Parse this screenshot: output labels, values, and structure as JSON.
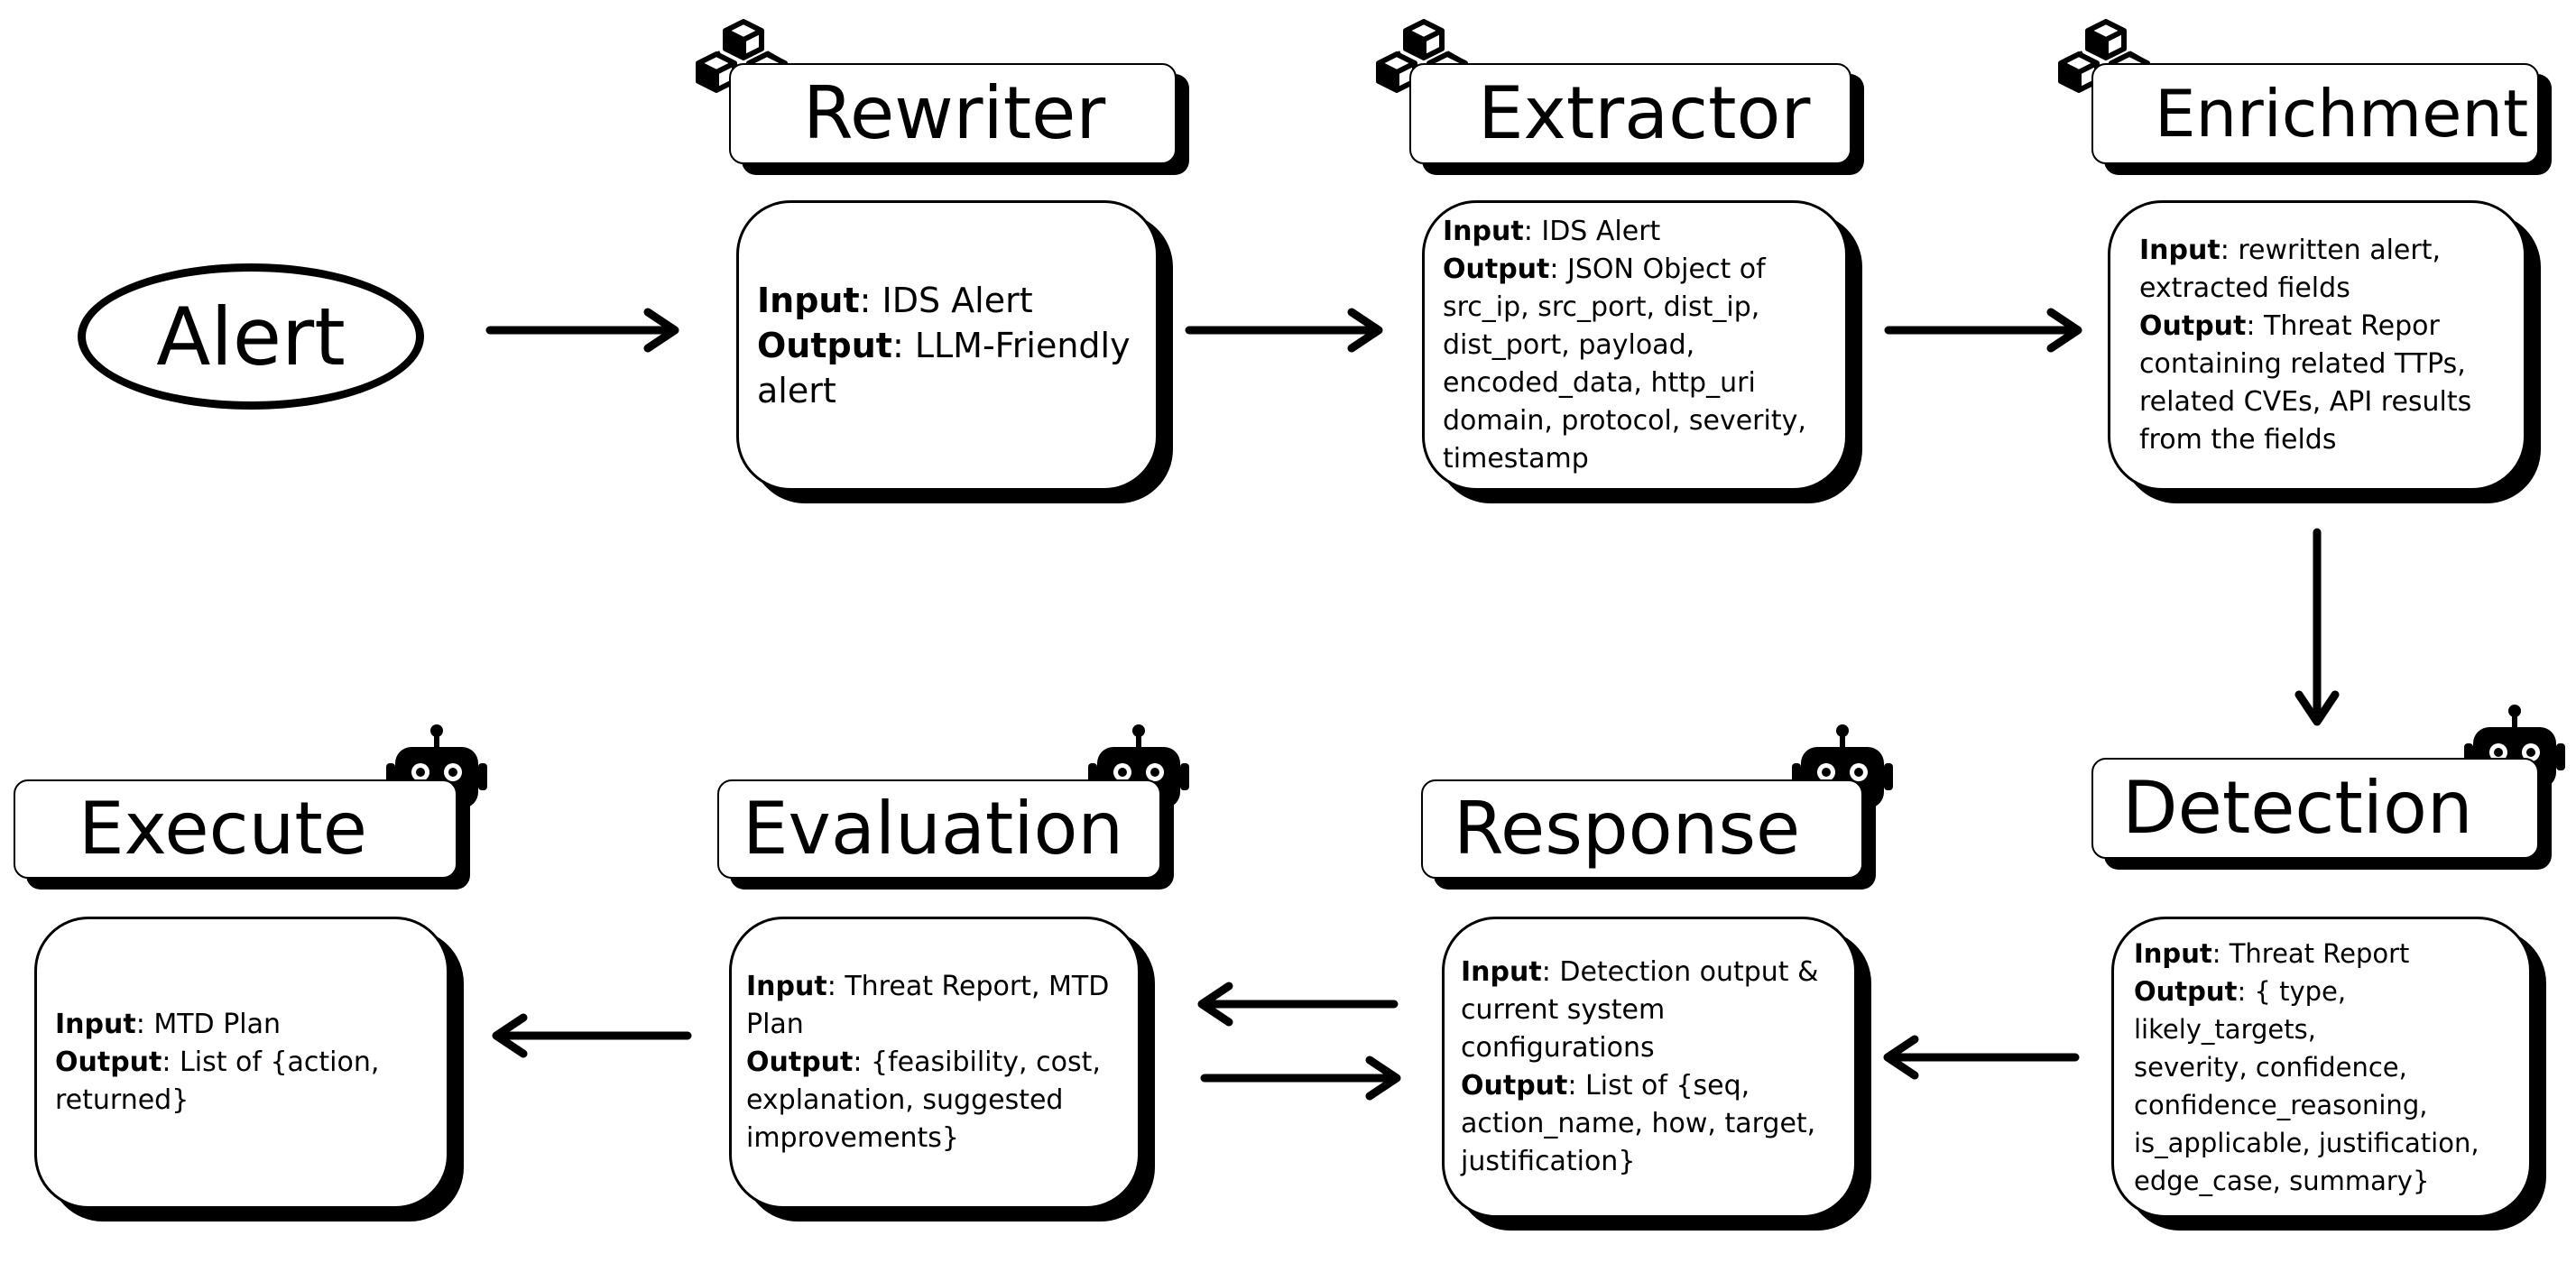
{
  "start": {
    "label": "Alert"
  },
  "nodes": {
    "rewriter": {
      "title": "Rewriter",
      "icon": "cubes-icon",
      "input_label": "Input",
      "input_text": ": IDS Alert",
      "output_label": "Output",
      "output_text": ": LLM-Friendly",
      "output_text_2": "alert"
    },
    "extractor": {
      "title": "Extractor",
      "icon": "cubes-icon",
      "input_label": "Input",
      "input_text": ": IDS Alert",
      "output_label": "Output",
      "output_text": ": JSON Object of",
      "lines": [
        "src_ip, src_port, dist_ip,",
        "dist_port, payload,",
        "encoded_data, http_uri",
        "domain, protocol, severity,",
        "timestamp"
      ]
    },
    "enrichment": {
      "title": "Enrichment",
      "icon": "cubes-icon",
      "input_label": "Input",
      "input_text": ": rewritten alert,",
      "input_line_2": "extracted fields",
      "output_label": "Output",
      "output_text": ": Threat Repor",
      "lines": [
        "containing  related TTPs,",
        "related CVEs, API results",
        "from the fields"
      ]
    },
    "detection": {
      "title": "Detection",
      "icon": "robot-icon",
      "input_label": "Input",
      "input_text": ": Threat Report",
      "output_label": "Output",
      "output_text": ": { type, likely_targets,",
      "lines": [
        "severity, confidence,",
        "confidence_reasoning,",
        "is_applicable, justification,",
        "edge_case, summary}"
      ]
    },
    "response": {
      "title": "Response",
      "icon": "robot-icon",
      "input_label": "Input",
      "input_text": ": Detection output &",
      "input_lines": [
        "current system",
        "configurations"
      ],
      "output_label": "Output",
      "output_text": ": List of {seq,",
      "lines": [
        "action_name, how, target,",
        "justification}"
      ]
    },
    "evaluation": {
      "title": "Evaluation",
      "icon": "robot-icon",
      "input_label": "Input",
      "input_text": ": Threat Report, MTD",
      "input_line_2": "Plan",
      "output_label": "Output",
      "output_text": ": {feasibility, cost,",
      "lines": [
        "explanation, suggested",
        "improvements}"
      ]
    },
    "execute": {
      "title": "Execute",
      "icon": "robot-icon",
      "input_label": "Input",
      "input_text": ": MTD Plan",
      "output_label": "Output",
      "output_text": ": List of {action,",
      "lines": [
        "returned}"
      ]
    }
  }
}
